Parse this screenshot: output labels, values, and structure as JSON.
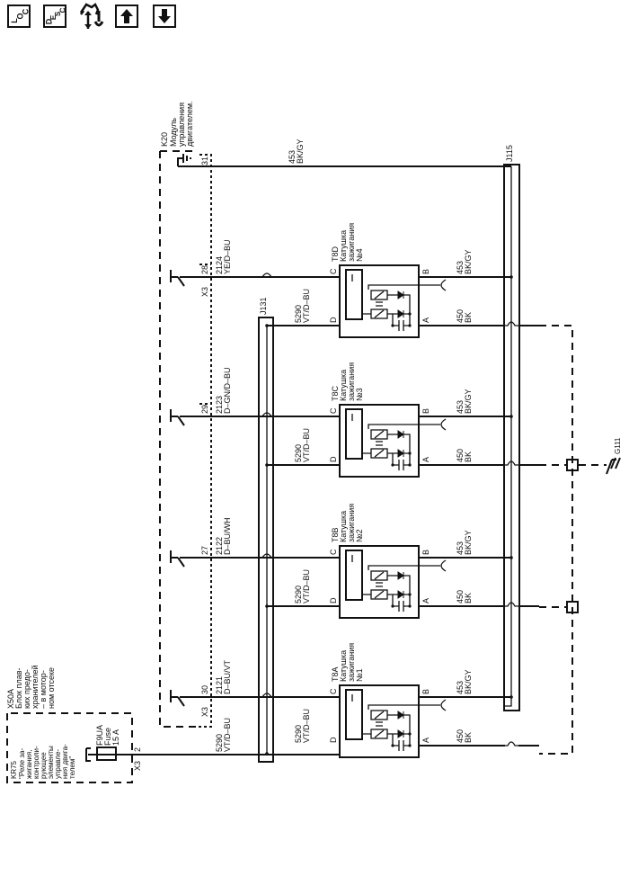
{
  "toolbar": {
    "loc_button": {
      "label_l": "L",
      "label_o": "O",
      "label_c": "C"
    },
    "desc_button": {
      "label_d": "D",
      "label_e": "E",
      "label_s": "S",
      "label_c": "C"
    },
    "buttons": [
      "loc",
      "desc",
      "power-ground-nav",
      "page-up",
      "page-down"
    ]
  },
  "diagram": {
    "orientation": "rotated-90-ccw",
    "modules": {
      "k20": {
        "id": "K20",
        "name_lines": [
          "Модуль",
          "управления",
          "двигателем."
        ]
      },
      "x50a": {
        "id": "X50A",
        "name_lines": [
          "Блок плав-",
          "ких предо-",
          "хранителей",
          "– в мотор-",
          "ном отсеке"
        ]
      },
      "kr75": {
        "id": "KR75",
        "name_lines": [
          "\"Реле за-",
          "жигания,",
          "контроли-",
          "рующее",
          "элементы",
          "управле-",
          "ния двига-",
          "телем\""
        ]
      },
      "fuse": {
        "id": "F9UA",
        "type": "Fuse",
        "rating": "15 A"
      }
    },
    "connectors": {
      "x3": "X3",
      "x3_fuse_pin": "2",
      "ground_pin": "31"
    },
    "ecm_pins": [
      {
        "pin": "28",
        "circuit": "2124",
        "color": "YE/D–BU"
      },
      {
        "pin": "29",
        "circuit": "2123",
        "color": "D–GN/D–BU"
      },
      {
        "pin": "27",
        "circuit": "2122",
        "color": "D–BU/WH"
      },
      {
        "pin": "30",
        "circuit": "2121",
        "color": "D–BU/VT"
      }
    ],
    "ground_circuit": {
      "circuit": "453",
      "color": "BK/GY"
    },
    "feed_circuit": {
      "circuit": "5290",
      "color": "VT/D–BU"
    },
    "splices": {
      "j131": "J131",
      "j115": "J115"
    },
    "coils": [
      {
        "id": "T8D",
        "name_lines": [
          "Катушка",
          "зажигания",
          "№4"
        ]
      },
      {
        "id": "T8C",
        "name_lines": [
          "Катушка",
          "зажигания",
          "№3"
        ]
      },
      {
        "id": "T8B",
        "name_lines": [
          "Катушка",
          "зажигания",
          "№2"
        ]
      },
      {
        "id": "T8A",
        "name_lines": [
          "Катушка",
          "зажигания",
          "№1"
        ]
      }
    ],
    "coil_pins": {
      "c": "C",
      "d": "D",
      "b": "B",
      "a": "A"
    },
    "coil_b_circuit": {
      "circuit": "453",
      "color": "BK/GY"
    },
    "coil_a_circuit": {
      "circuit": "450",
      "color": "BK"
    },
    "ground_point": "G111"
  }
}
